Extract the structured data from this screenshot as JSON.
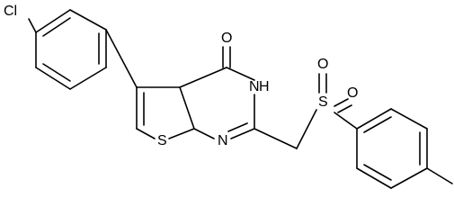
{
  "molecule": {
    "atoms": {
      "cl": "Cl",
      "o_carbonyl": "O",
      "nh": "N",
      "h_on_n": "H",
      "n_ring": "N",
      "s_thiophene": "S",
      "s_sulfonyl": "S",
      "o_sulfonyl_1": "O",
      "o_sulfonyl_2": "O"
    }
  }
}
